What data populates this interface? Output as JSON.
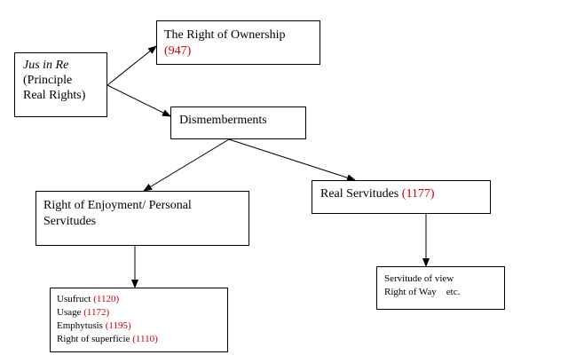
{
  "diagram": {
    "root": {
      "line1": "Jus in Re",
      "line2": "(Principle",
      "line3": "Real Rights)"
    },
    "ownership": {
      "line1": "The Right of Ownership",
      "ref_open": "(",
      "ref": "947",
      "ref_close": ")"
    },
    "dismemberments": {
      "label": "Dismemberments"
    },
    "personal": {
      "line1": "Right of Enjoyment/ Personal",
      "line2": "Servitudes"
    },
    "real": {
      "label": "Real Servitudes ",
      "ref_open": "(",
      "ref": "1177",
      "ref_close": ")"
    },
    "personal_list": [
      {
        "label": "Usufruct ",
        "ref_open": "(",
        "ref": "1120",
        "ref_close": ")"
      },
      {
        "label": "Usage ",
        "ref_open": "(",
        "ref": "1172",
        "ref_close": ")"
      },
      {
        "label": "Emphytusis ",
        "ref_open": "(",
        "ref": "1195",
        "ref_close": ")"
      },
      {
        "label": "Right of superficie ",
        "ref_open": "(",
        "ref": "1110",
        "ref_close": ")"
      }
    ],
    "real_list": {
      "line1": "Servitude of view",
      "line2": "Right of Way    etc."
    }
  },
  "colors": {
    "reference": "#cc0000",
    "border": "#000000",
    "background": "#ffffff"
  }
}
